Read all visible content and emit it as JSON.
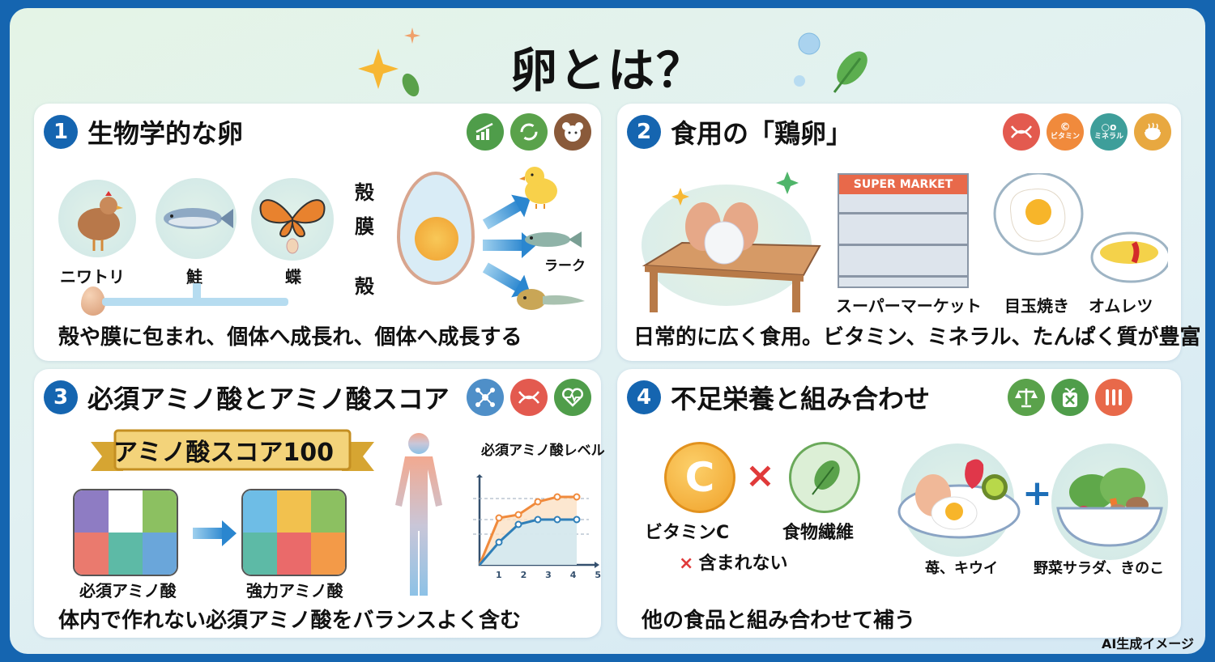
{
  "title": "卵とは？",
  "colors": {
    "border": "#1565b0",
    "accent_blue": "#1565b0",
    "orange": "#f08a3c",
    "green": "#4f9d4a",
    "red": "#e35a4f"
  },
  "sections": [
    {
      "number": "1",
      "heading": "生物学的な卵",
      "icons": [
        "growth-chart-icon",
        "cycle-icon",
        "animal-face-icon"
      ],
      "animals": [
        {
          "label": "ニワトリ",
          "icon": "chicken-icon"
        },
        {
          "label": "鮭",
          "icon": "salmon-icon"
        },
        {
          "label": "蝶",
          "icon": "butterfly-icon"
        }
      ],
      "egg_parts": [
        "殻",
        "膜",
        "殻"
      ],
      "outcomes": [
        {
          "icon": "chick-icon",
          "label": ""
        },
        {
          "icon": "fish-icon",
          "label": "ラーク"
        },
        {
          "icon": "tadpole-icon",
          "label": ""
        }
      ],
      "caption": "殻や膜に包まれ、個体へ成長れ、個体へ成長する"
    },
    {
      "number": "2",
      "heading": "食用の「鶏卵」",
      "icons": [
        {
          "name": "dna-icon",
          "label": ""
        },
        {
          "name": "vitamin-icon",
          "label": "ビタミン",
          "symbol": "©"
        },
        {
          "name": "mineral-icon",
          "label": "ミネラル"
        },
        {
          "name": "rice-bowl-icon",
          "label": ""
        }
      ],
      "supermarket_sign": "SUPER MARKET",
      "labels": [
        "スーパーマーケット",
        "目玉焼き",
        "オムレツ"
      ],
      "caption": "日常的に広く食用。ビタミン、ミネラル、たんぱく質が豊富"
    },
    {
      "number": "3",
      "heading": "必須アミノ酸とアミノ酸スコア",
      "icons": [
        "molecule-icon",
        "dna-icon",
        "heart-pulse-icon"
      ],
      "banner": "アミノ酸スコア100",
      "puzzle_labels": [
        "必須アミノ酸",
        "強力アミノ酸"
      ],
      "caption": "体内で作れない必須アミノ酸をバランスよく含む"
    },
    {
      "number": "4",
      "heading": "不足栄養と組み合わせ",
      "icons": [
        "balance-scale-icon",
        "no-bag-icon",
        "cutlery-icon"
      ],
      "missing": [
        {
          "label": "ビタミンC",
          "symbol": "C"
        },
        {
          "label": "食物繊維",
          "symbol": "leaf"
        }
      ],
      "times_symbol": "×",
      "not_included": "含まれない",
      "plus_symbol": "+",
      "combos": [
        "苺、キウイ",
        "野菜サラダ、きのこ"
      ],
      "caption": "他の食品と組み合わせて補う"
    }
  ],
  "chart_data": {
    "type": "line",
    "title": "必須アミノ酸レベル",
    "x": [
      0,
      1,
      2,
      3,
      4,
      5
    ],
    "categories": [
      "1",
      "2",
      "3",
      "4",
      "5"
    ],
    "series": [
      {
        "name": "orange",
        "color": "#f08a3c",
        "values": [
          0,
          1.9,
          2.1,
          3.0,
          3.2,
          3.2
        ]
      },
      {
        "name": "blue",
        "color": "#2f7fb8",
        "values": [
          0,
          1.1,
          1.8,
          2.2,
          2.2,
          2.2
        ]
      }
    ],
    "xlabel": "",
    "ylabel": "",
    "grid": "dashed horizontal reference lines at 1.5, 2.2, 3.2"
  },
  "footer_note": "AI生成イメージ"
}
